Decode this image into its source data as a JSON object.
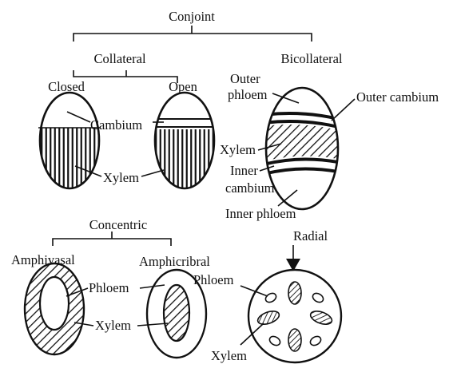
{
  "labels": {
    "conjoint": "Conjoint",
    "collateral": "Collateral",
    "bicollateral": "Bicollateral",
    "closed": "Closed",
    "open": "Open",
    "cambium": "Cambium",
    "xylem_collateral": "Xylem",
    "outer_phloem_line1": "Outer",
    "outer_phloem_line2": "phloem",
    "outer_cambium": "Outer cambium",
    "xylem_bicollateral": "Xylem",
    "inner_cambium_line1": "Inner",
    "inner_cambium_line2": "cambium",
    "inner_phloem": "Inner phloem",
    "concentric": "Concentric",
    "amphivasal": "Amphivasal",
    "amphicribral": "Amphicribral",
    "phloem_concentric": "Phloem",
    "xylem_concentric": "Xylem",
    "radial": "Radial",
    "phloem_radial": "Phloem",
    "xylem_radial": "Xylem"
  }
}
